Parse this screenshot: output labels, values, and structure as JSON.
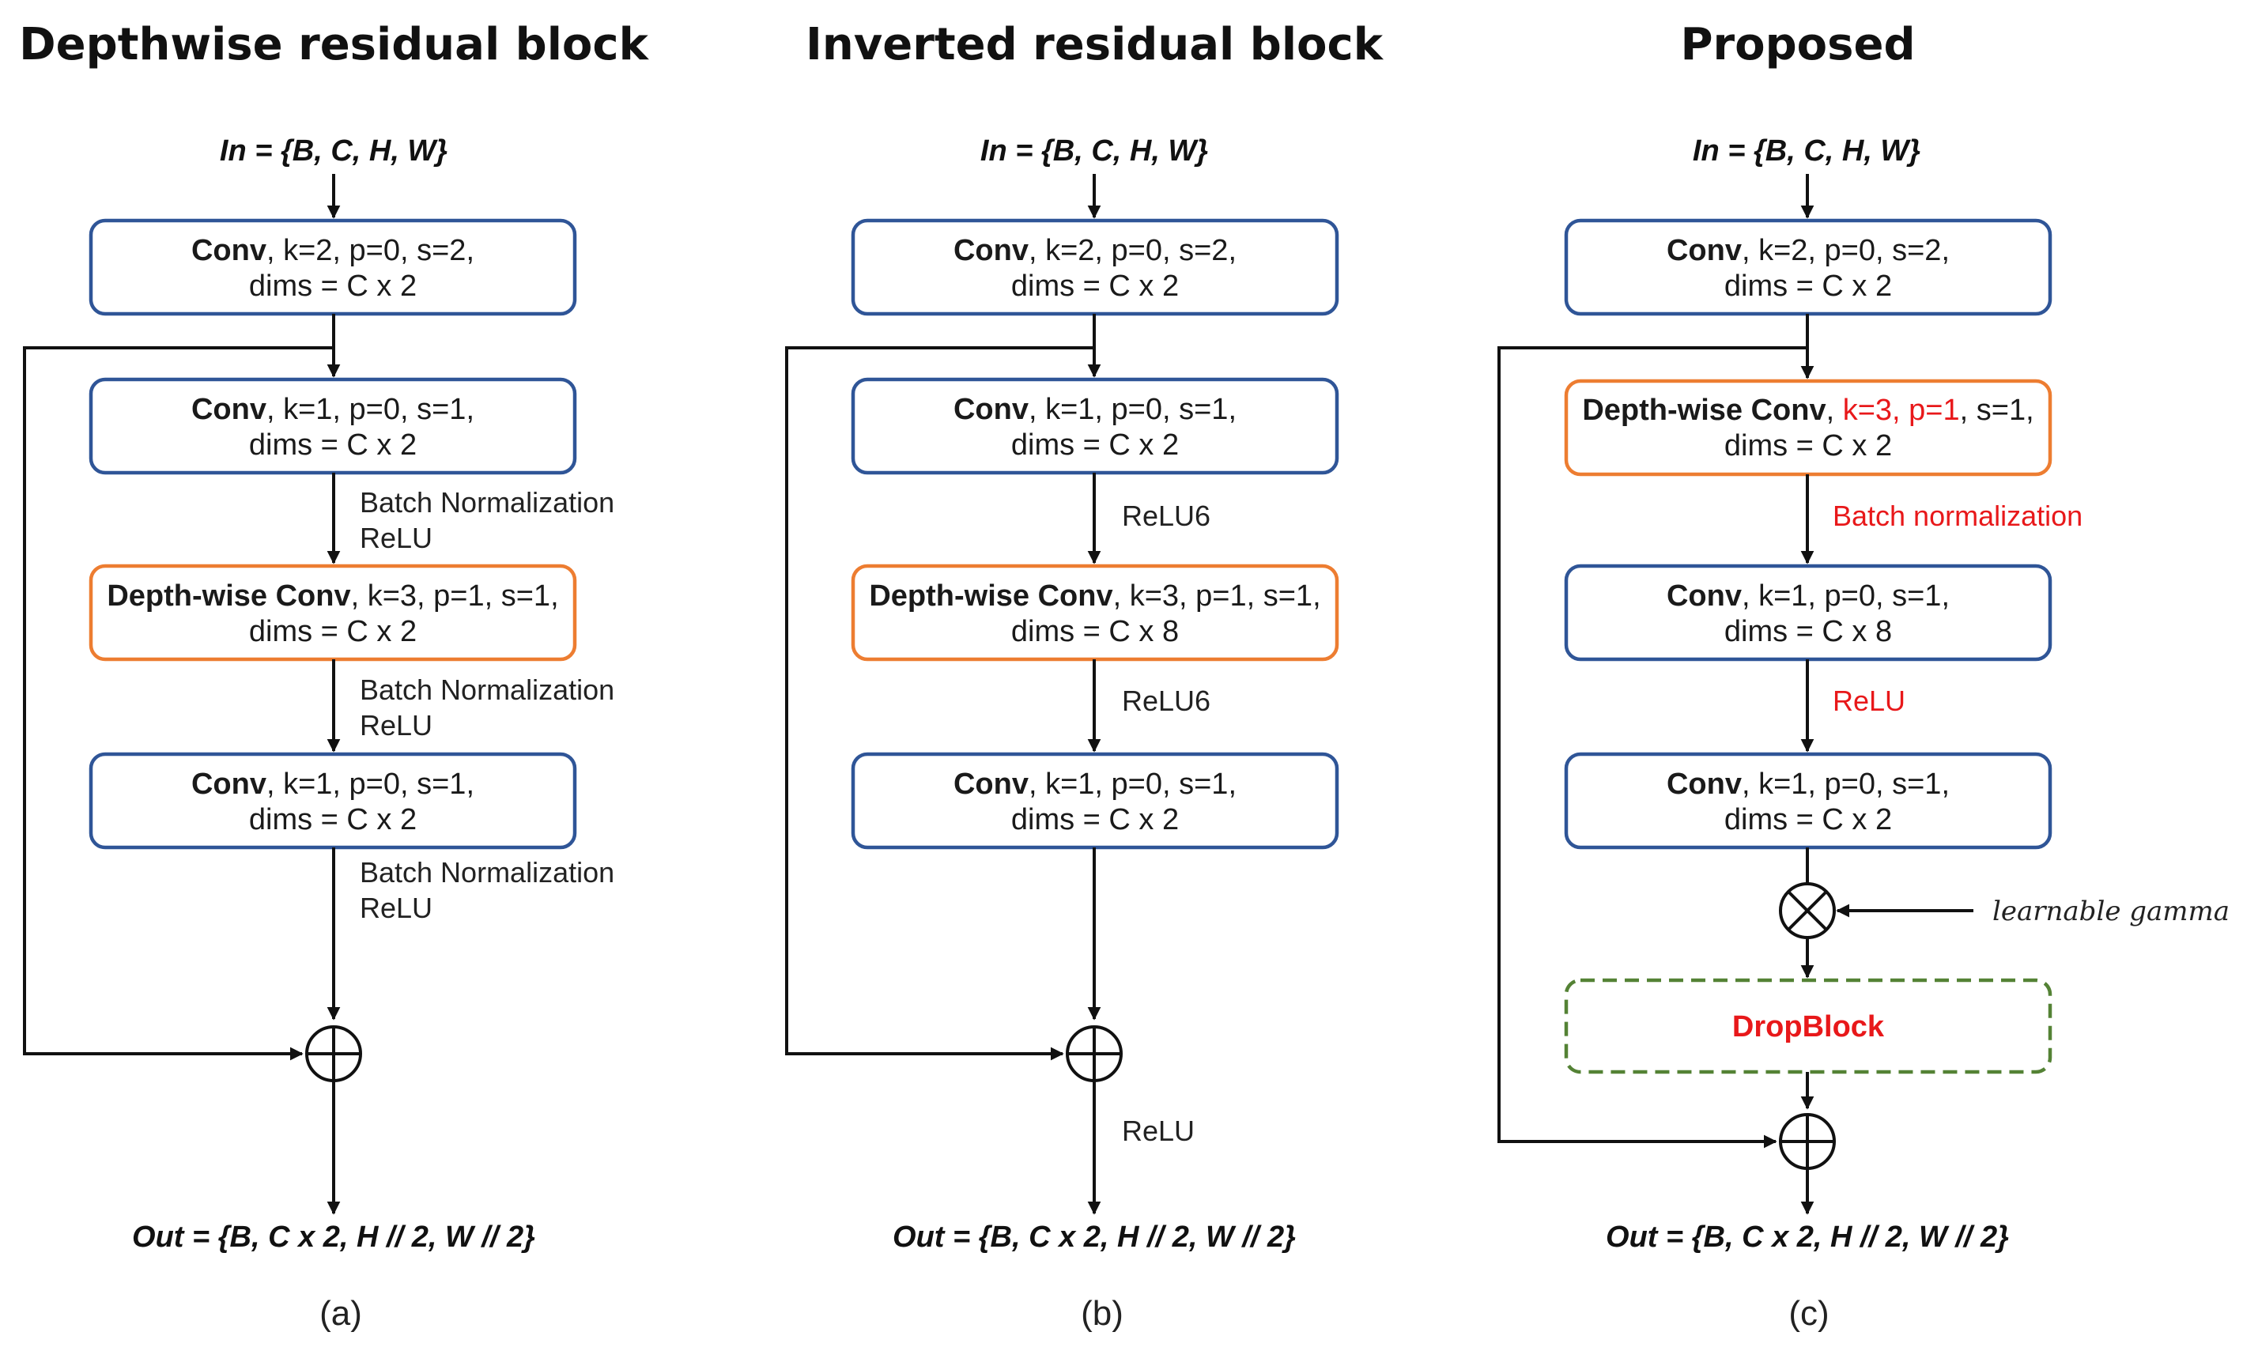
{
  "colors": {
    "conv_box": "#2f5597",
    "depthwise_box": "#ed7d31",
    "dropblock_box": "#548235",
    "highlight_text": "#e8181a"
  },
  "panels": {
    "a": {
      "title": "Depthwise residual block",
      "input": "In = {B, C, H, W}",
      "box1": {
        "name": "Conv",
        "params": ", k=2, p=0, s=2,",
        "dims": "dims = C x 2"
      },
      "box2": {
        "name": "Conv",
        "params": ", k=1, p=0, s=1,",
        "dims": "dims = C x 2"
      },
      "box3": {
        "name": "Depth-wise Conv",
        "params": ", k=3, p=1, s=1,",
        "dims": "dims = C x 2"
      },
      "box4": {
        "name": "Conv",
        "params": ", k=1, p=0, s=1,",
        "dims": "dims = C x 2"
      },
      "act1": [
        "Batch Normalization",
        "ReLU"
      ],
      "act2": [
        "Batch Normalization",
        "ReLU"
      ],
      "act3": [
        "Batch Normalization",
        "ReLU"
      ],
      "output": "Out = {B, C x 2, H // 2, W // 2}",
      "caption": "(a)"
    },
    "b": {
      "title": "Inverted residual block",
      "input": "In = {B, C, H, W}",
      "box1": {
        "name": "Conv",
        "params": ", k=2, p=0, s=2,",
        "dims": "dims = C x 2"
      },
      "box2": {
        "name": "Conv",
        "params": ", k=1, p=0, s=1,",
        "dims": "dims = C x 2"
      },
      "box3": {
        "name": "Depth-wise Conv",
        "params": ", k=3, p=1, s=1,",
        "dims": "dims = C x 8"
      },
      "box4": {
        "name": "Conv",
        "params": ", k=1, p=0, s=1,",
        "dims": "dims = C x 2"
      },
      "act1": "ReLU6",
      "act2": "ReLU6",
      "act3": "ReLU",
      "output": "Out = {B, C x 2, H // 2, W // 2}",
      "caption": "(b)"
    },
    "c": {
      "title": "Proposed",
      "input": "In = {B, C, H, W}",
      "box1": {
        "name": "Conv",
        "params": ", k=2, p=0, s=2,",
        "dims": "dims = C x 2"
      },
      "box2": {
        "name": "Depth-wise Conv",
        "sep": ", ",
        "params_red": "k=3, p=1",
        "params": ", s=1,",
        "dims": "dims = C x 2"
      },
      "box3": {
        "name": "Conv",
        "params": ", k=1, p=0, s=1,",
        "dims": "dims = C x 8"
      },
      "box4": {
        "name": "Conv",
        "params": ", k=1, p=0, s=1,",
        "dims": "dims = C x 2"
      },
      "act1": "Batch normalization",
      "act2": "ReLU",
      "gamma": "learnable gamma",
      "dropblock": "DropBlock",
      "output": "Out = {B, C x 2, H // 2, W // 2}",
      "caption": "(c)"
    }
  }
}
